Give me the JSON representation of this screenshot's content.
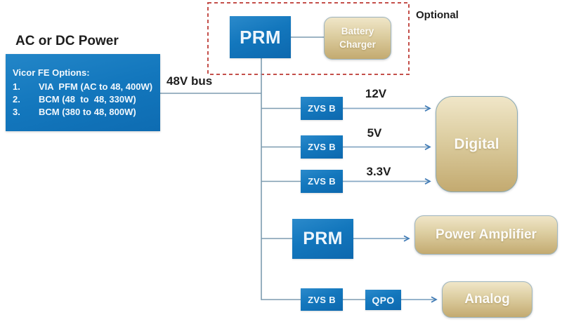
{
  "header": {
    "title": "AC or DC Power"
  },
  "source_box": {
    "heading": "Vicor FE Options:",
    "options": [
      {
        "num": "1.",
        "text": "VIA  PFM (AC to 48, 400W)"
      },
      {
        "num": "2.",
        "text": "BCM (48  to  48, 330W)"
      },
      {
        "num": "3.",
        "text": "BCM (380 to 48, 800W)"
      }
    ]
  },
  "bus": {
    "label": "48V bus"
  },
  "optional": {
    "label": "Optional",
    "prm": "PRM",
    "battery_line1": "Battery",
    "battery_line2": "Charger"
  },
  "converters": {
    "zvs_b": "ZVS B",
    "prm": "PRM",
    "qpo": "QPO"
  },
  "rails": [
    "12V",
    "5V",
    "3.3V"
  ],
  "loads": {
    "digital": "Digital",
    "power_amplifier": "Power Amplifier",
    "analog": "Analog"
  },
  "colors": {
    "vicor_blue": "#1377bd",
    "tan_top": "#f0e6c8",
    "tan_bottom": "#c3aa70",
    "optional_red": "#c4504b",
    "wire": "#7d9cb0",
    "arrow_head": "#3f7ab5"
  }
}
